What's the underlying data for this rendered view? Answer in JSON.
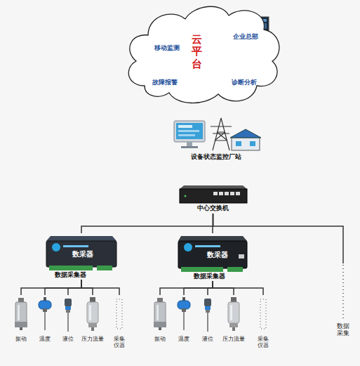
{
  "diagram": {
    "nodes": [
      {
        "text": [
          "云平台"
        ]
      },
      {
        "text": [
          "移动监测"
        ],
        "in": 0
      },
      {
        "text": [
          "企业总部"
        ],
        "in": 0
      },
      {
        "text": [
          "故障报警"
        ],
        "in": 0
      },
      {
        "text": [
          "诊断分析"
        ],
        "in": 0
      },
      {
        "text": [
          "设备状态监控厂站"
        ]
      },
      {
        "text": [
          "中心交换机"
        ]
      },
      {
        "text": [
          "数采器",
          "数据采集器"
        ]
      },
      {
        "text": [
          "振动"
        ]
      },
      {
        "text": [
          "温度"
        ]
      },
      {
        "text": [
          "液位"
        ]
      },
      {
        "text": [
          "压力流量"
        ]
      },
      {
        "text": [
          "采集仪器"
        ]
      },
      {
        "text": [
          "数采器",
          "数据采集器"
        ]
      },
      {
        "text": [
          "振动"
        ]
      },
      {
        "text": [
          "温度"
        ]
      },
      {
        "text": [
          "液位"
        ]
      },
      {
        "text": [
          "压力流量"
        ]
      },
      {
        "text": [
          "采集仪器"
        ]
      },
      {
        "text": [
          "数据采集"
        ]
      }
    ],
    "edges": [
      {
        "from": 6,
        "to": 7,
        "arrow": "none"
      },
      {
        "from": 6,
        "to": 13,
        "arrow": "none"
      },
      {
        "from": 6,
        "to": 19,
        "arrow": "none"
      },
      {
        "from": 7,
        "to": 8,
        "arrow": "none"
      },
      {
        "from": 7,
        "to": 9,
        "arrow": "none"
      },
      {
        "from": 7,
        "to": 10,
        "arrow": "none"
      },
      {
        "from": 7,
        "to": 11,
        "arrow": "none"
      },
      {
        "from": 7,
        "to": 12,
        "arrow": "none"
      },
      {
        "from": 13,
        "to": 14,
        "arrow": "none"
      },
      {
        "from": 13,
        "to": 15,
        "arrow": "none"
      },
      {
        "from": 13,
        "to": 16,
        "arrow": "none"
      },
      {
        "from": 13,
        "to": 17,
        "arrow": "none"
      },
      {
        "from": 13,
        "to": 18,
        "arrow": "none"
      }
    ]
  }
}
